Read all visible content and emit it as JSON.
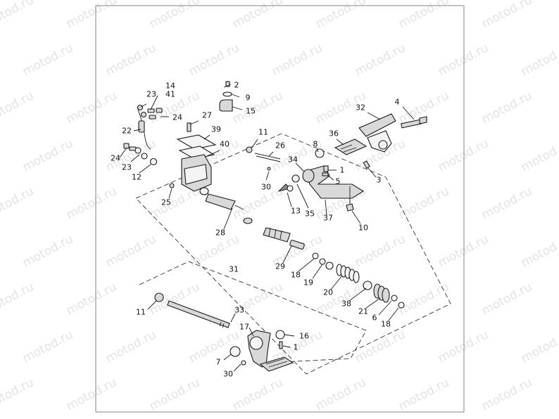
{
  "watermark": "motod.ru",
  "callouts": {
    "c2": "2",
    "c9": "9",
    "c15": "15",
    "c14": "14",
    "c41": "41",
    "c23a": "23",
    "c24a": "24",
    "c27": "27",
    "c22": "22",
    "c39": "39",
    "c40": "40",
    "c24b": "24",
    "c23b": "23",
    "c12": "12",
    "c11a": "11",
    "c26": "26",
    "c30a": "30",
    "c32": "32",
    "c4": "4",
    "c36": "36",
    "c8": "8",
    "c34": "34",
    "c1a": "1",
    "c5": "5",
    "c3": "3",
    "c25": "25",
    "c13": "13",
    "c35": "35",
    "c37": "37",
    "c10": "10",
    "c28": "28",
    "c31": "31",
    "c29": "29",
    "c18a": "18",
    "c19": "19",
    "c20": "20",
    "c38": "38",
    "c21": "21",
    "c6": "6",
    "c18b": "18",
    "c11b": "11",
    "c33": "33",
    "c17": "17",
    "c16": "16",
    "c1b": "1",
    "c7": "7",
    "c30b": "30"
  }
}
